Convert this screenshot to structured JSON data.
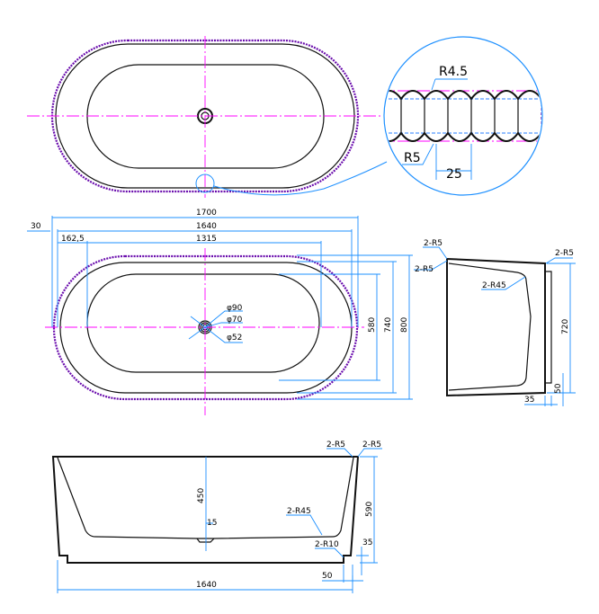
{
  "colors": {
    "outline": "#111111",
    "dimension": "#1e90ff",
    "centerline": "#ff00ff",
    "bead": "#6a0dad"
  },
  "detail": {
    "r_top": "R4.5",
    "r_bottom": "R5",
    "pitch": "25"
  },
  "plan": {
    "d1700": "1700",
    "d1640": "1640",
    "d1315": "1315",
    "d162": "162,5",
    "d30": "30",
    "d580": "580",
    "d740": "740",
    "d800": "800",
    "drain_90": "φ90",
    "drain_70": "φ70",
    "drain_52": "φ52"
  },
  "side": {
    "r5_a": "2-R5",
    "r5_b": "2-R5",
    "r5_c": "2-R5",
    "r45": "2-R45",
    "d720": "720",
    "d50": "50",
    "d35": "35"
  },
  "front": {
    "r5_a": "2-R5",
    "r5_b": "2-R5",
    "r45": "2-R45",
    "r10": "2-R10",
    "d450": "450",
    "d15": "15",
    "d590": "590",
    "d35": "35",
    "d50": "50",
    "d1640": "1640"
  }
}
